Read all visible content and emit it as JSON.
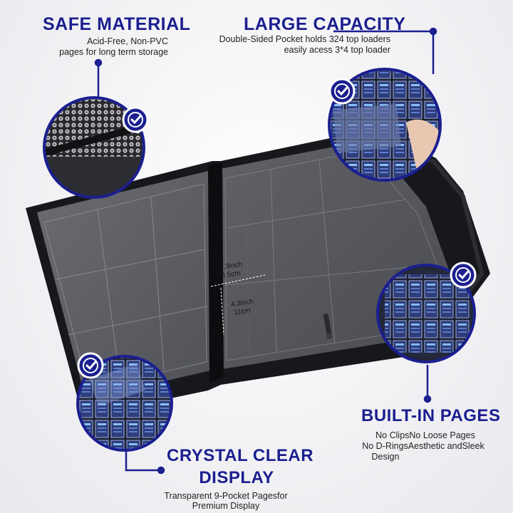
{
  "features": {
    "safe_material": {
      "title": "SAFE MATERIAL",
      "desc_line1": "Acid-Free, Non-PVC",
      "desc_line2": "pages for long term storage",
      "icon": "check-badge-icon"
    },
    "large_capacity": {
      "title": "LARGE CAPACITY",
      "desc_line1": "Double-Sided Pocket holds 324 top loaders",
      "desc_line2": "easily acess 3*4 top loader",
      "icon": "check-badge-icon"
    },
    "built_in_pages": {
      "title": "BUILT-IN PAGES",
      "desc_line1": "No ClipsNo Loose Pages",
      "desc_line2": "No D-RingsAesthetic andSleek",
      "desc_line3": "Design",
      "icon": "check-badge-icon"
    },
    "crystal_clear": {
      "title_line1": "CRYSTAL CLEAR",
      "title_line2": "DISPLAY",
      "desc_line1": "Transparent 9-Pocket Pagesfor",
      "desc_line2": "Premium Display",
      "icon": "check-badge-icon"
    }
  },
  "dimensions": {
    "width_in": "3.3inch",
    "width_cm": "8.5cm",
    "height_in": "4.3inch",
    "height_cm": "11cm"
  },
  "colors": {
    "brand_blue": "#1b1f8f",
    "binder_black": "#1c1d22",
    "page_gray": "#5a5c62"
  }
}
